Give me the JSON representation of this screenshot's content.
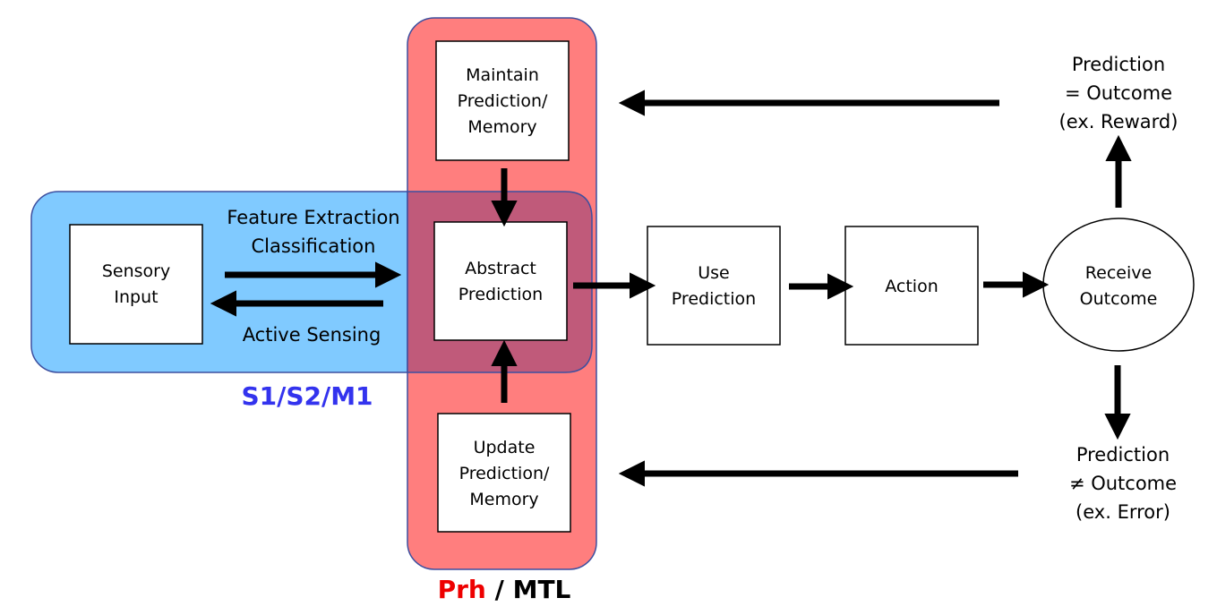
{
  "colors": {
    "s1_region": "#80CAFF",
    "prh_region": "#FF7E7E",
    "overlap_region": "#C05A7A",
    "region_border": "#3D4F9F",
    "s1_title": "#3333EE",
    "prh_title": "#EE0000",
    "mtl_title": "#000000"
  },
  "regions": {
    "s1_title": "S1/S2/M1",
    "prh_title": "Prh",
    "separator": "/",
    "mtl_title": "MTL"
  },
  "nodes": {
    "sensory_input": [
      "Sensory",
      "Input"
    ],
    "maintain": [
      "Maintain",
      "Prediction/",
      "Memory"
    ],
    "abstract": [
      "Abstract",
      "Prediction"
    ],
    "update": [
      "Update",
      "Prediction/",
      "Memory"
    ],
    "use_prediction": [
      "Use",
      "Prediction"
    ],
    "action": [
      "Action"
    ],
    "receive_outcome": [
      "Receive",
      "Outcome"
    ]
  },
  "labels": {
    "feature": [
      "Feature Extraction",
      "Classification"
    ],
    "active_sensing": "Active Sensing",
    "match": [
      "Prediction",
      "= Outcome",
      "(ex. Reward)"
    ],
    "mismatch": [
      "Prediction",
      "≠ Outcome",
      "(ex. Error)"
    ]
  }
}
